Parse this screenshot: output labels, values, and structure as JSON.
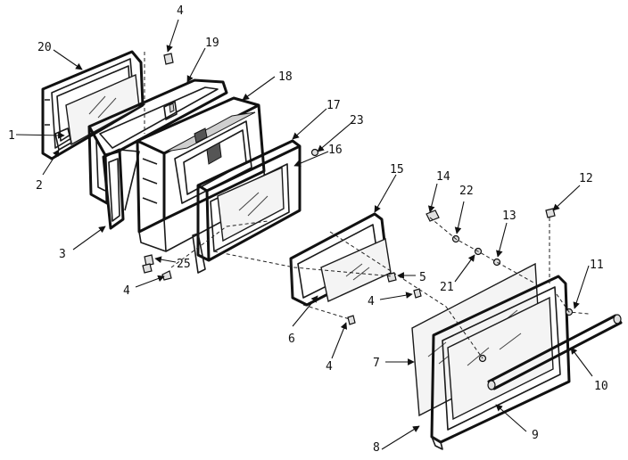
{
  "labels": {
    "l1": "1",
    "l2": "2",
    "l3": "3",
    "l4a": "4",
    "l4b": "4",
    "l4c": "4",
    "l4d": "4",
    "l5": "5",
    "l6": "6",
    "l7": "7",
    "l8": "8",
    "l9": "9",
    "l10": "10",
    "l11": "11",
    "l12": "12",
    "l13": "13",
    "l14": "14",
    "l15": "15",
    "l16": "16",
    "l17": "17",
    "l18": "18",
    "l19": "19",
    "l20": "20",
    "l21": "21",
    "l22": "22",
    "l23": "23",
    "l25": "25"
  }
}
